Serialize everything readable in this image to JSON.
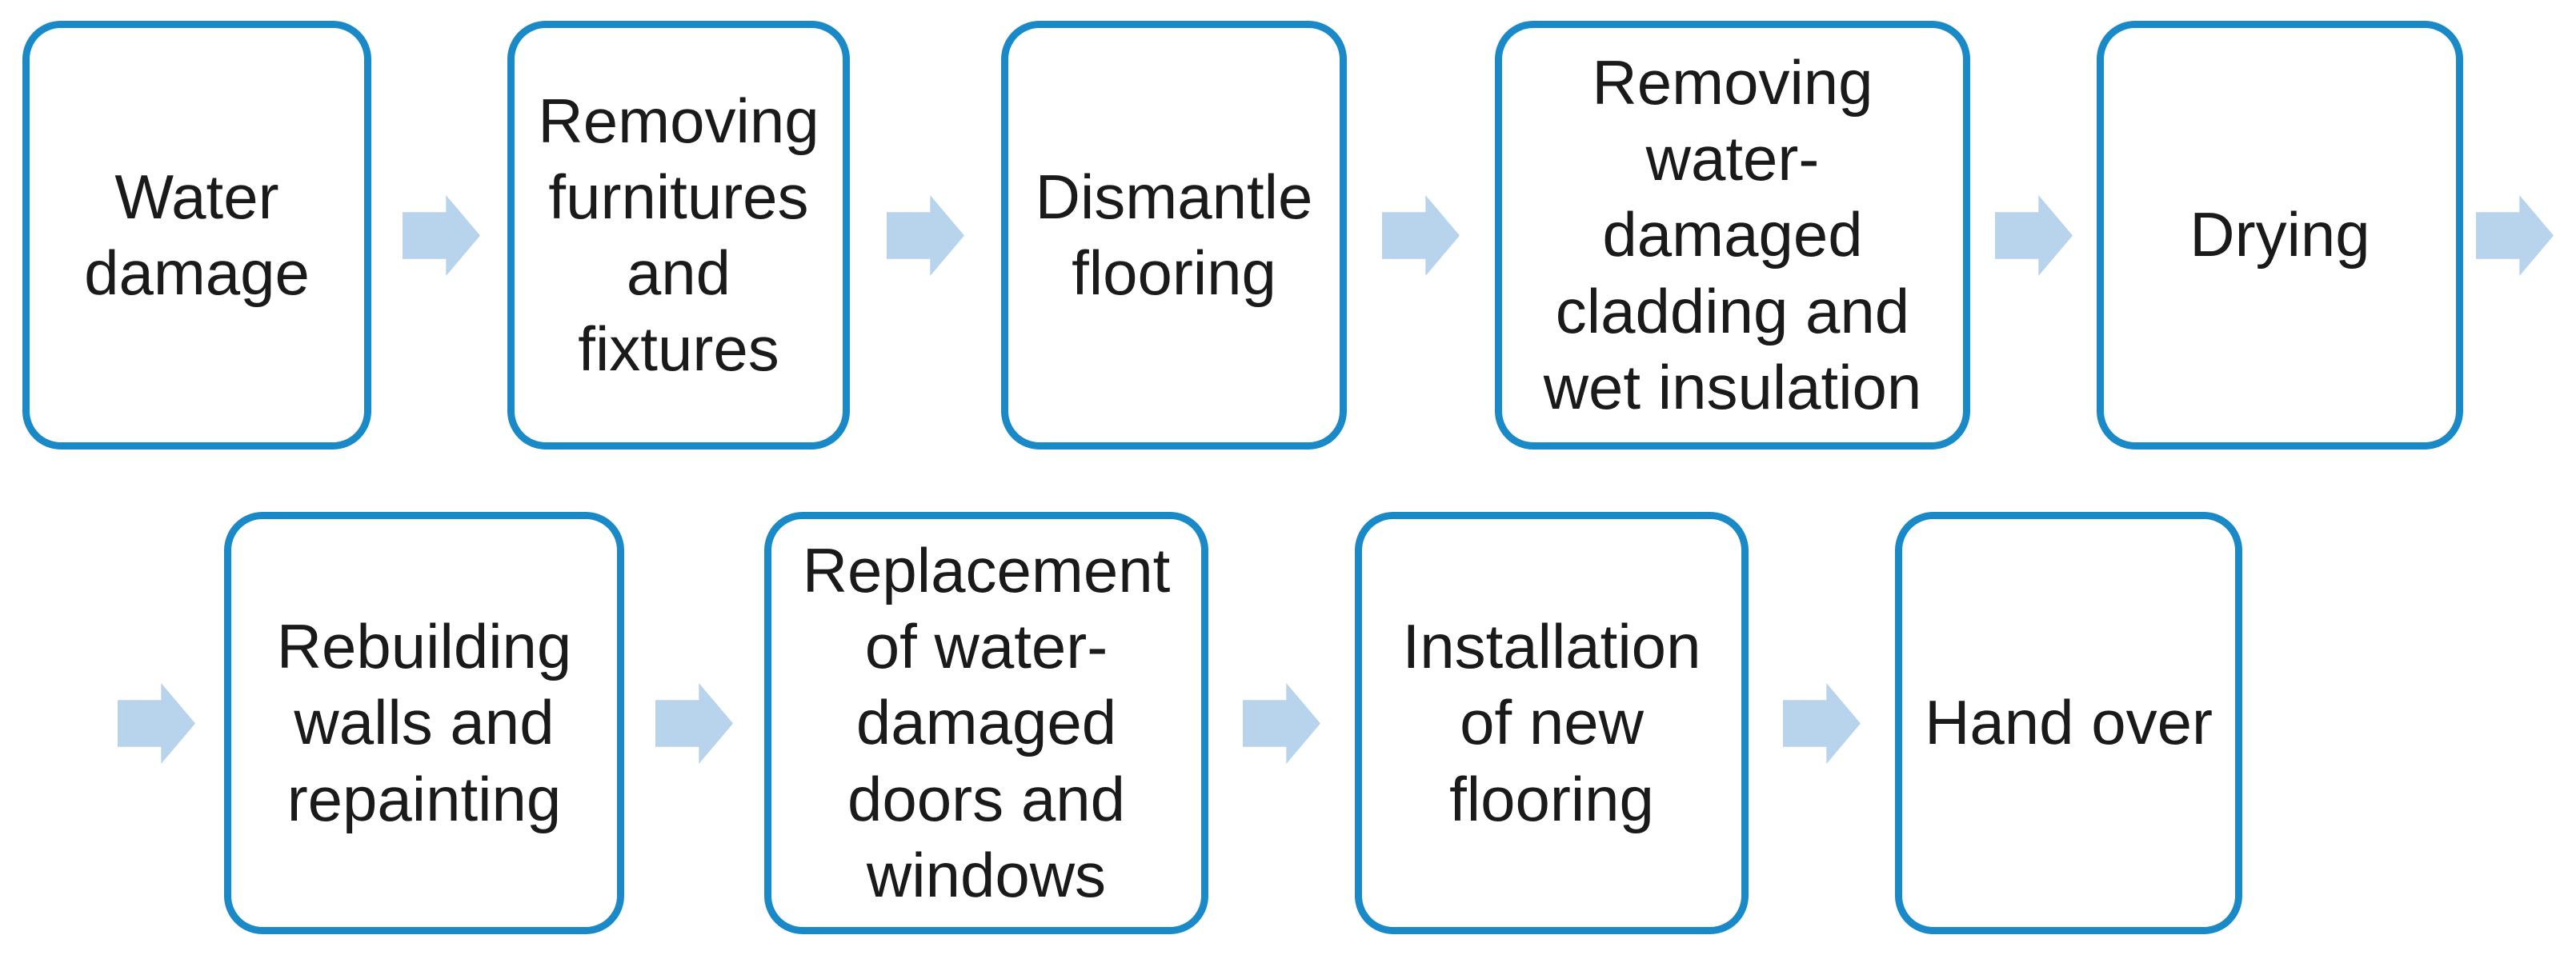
{
  "flow": {
    "steps": [
      {
        "label": "Water\ndamage"
      },
      {
        "label": "Removing\nfurnitures\nand\nfixtures"
      },
      {
        "label": "Dismantle\nflooring"
      },
      {
        "label": "Removing\nwater-\ndamaged\ncladding and\nwet insulation"
      },
      {
        "label": "Drying"
      },
      {
        "label": "Rebuilding\nwalls and\nrepainting"
      },
      {
        "label": "Replacement\nof water-\ndamaged\ndoors and\nwindows"
      },
      {
        "label": "Installation\nof new\nflooring"
      },
      {
        "label": "Hand over"
      }
    ],
    "connector_icon": "arrow-right-icon"
  },
  "colors": {
    "background": "#ffffff",
    "box_fill": "#ffffff",
    "box_border": "#1989c8",
    "arrow_fill": "#b8d3ec",
    "text": "#1a1a1a"
  }
}
